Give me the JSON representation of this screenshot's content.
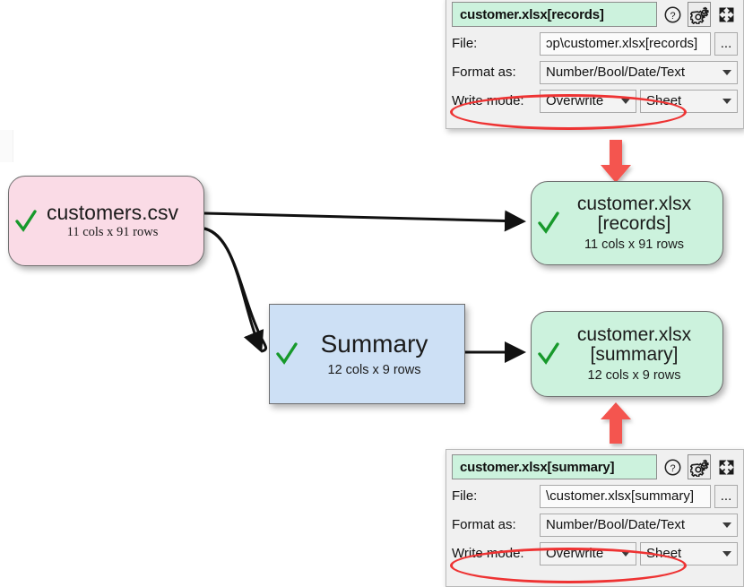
{
  "canvas": {
    "nodes": [
      {
        "id": "customers-csv",
        "title": "customers.csv",
        "subtitle": "11 cols x 91 rows",
        "status_icon": "green-check-icon",
        "color": "#fadbe6",
        "shape": "rounded-rect"
      },
      {
        "id": "summary",
        "title": "Summary",
        "subtitle": "12 cols x 9 rows",
        "status_icon": "green-check-icon",
        "color": "#cde0f5",
        "shape": "rect"
      },
      {
        "id": "customer-xlsx-records",
        "title": "customer.xlsx\n[records]",
        "subtitle": "11 cols x 91 rows",
        "status_icon": "green-check-icon",
        "color": "#ccf2dd",
        "shape": "rounded-rect"
      },
      {
        "id": "customer-xlsx-summary",
        "title": "customer.xlsx\n[summary]",
        "subtitle": "12 cols x 9 rows",
        "status_icon": "green-check-icon",
        "color": "#ccf2dd",
        "shape": "rounded-rect"
      }
    ],
    "edges": [
      {
        "from": "customers-csv",
        "to": "customer-xlsx-records",
        "style": "straight-arrow",
        "color": "#111111"
      },
      {
        "from": "customers-csv",
        "to": "summary",
        "style": "curved-arrow",
        "color": "#111111"
      },
      {
        "from": "summary",
        "to": "customer-xlsx-summary",
        "style": "straight-arrow",
        "color": "#111111"
      }
    ],
    "annotation_arrows": [
      {
        "id": "arrow-to-records",
        "direction": "down",
        "color": "#f4554f"
      },
      {
        "id": "arrow-to-summary",
        "direction": "up",
        "color": "#f4554f"
      }
    ]
  },
  "panels": [
    {
      "id": "panel-records",
      "title": "customer.xlsx[records]",
      "buttons": {
        "help": "help-icon",
        "settings": "gear-icon",
        "expand": "expand-icon"
      },
      "fields": {
        "file_label": "File:",
        "file_value": "ɔp\\customer.xlsx[records]",
        "browse_label": "...",
        "format_label": "Format as:",
        "format_value": "Number/Bool/Date/Text",
        "write_mode_label": "Write mode:",
        "write_mode_value": "Overwrite",
        "write_target_value": "Sheet"
      },
      "highlight_color": "#ee3333"
    },
    {
      "id": "panel-summary",
      "title": "customer.xlsx[summary]",
      "buttons": {
        "help": "help-icon",
        "settings": "gear-icon",
        "expand": "expand-icon"
      },
      "fields": {
        "file_label": "File:",
        "file_value": "\\customer.xlsx[summary]",
        "browse_label": "...",
        "format_label": "Format as:",
        "format_value": "Number/Bool/Date/Text",
        "write_mode_label": "Write mode:",
        "write_mode_value": "Overwrite",
        "write_target_value": "Sheet"
      },
      "highlight_color": "#ee3333"
    }
  ]
}
